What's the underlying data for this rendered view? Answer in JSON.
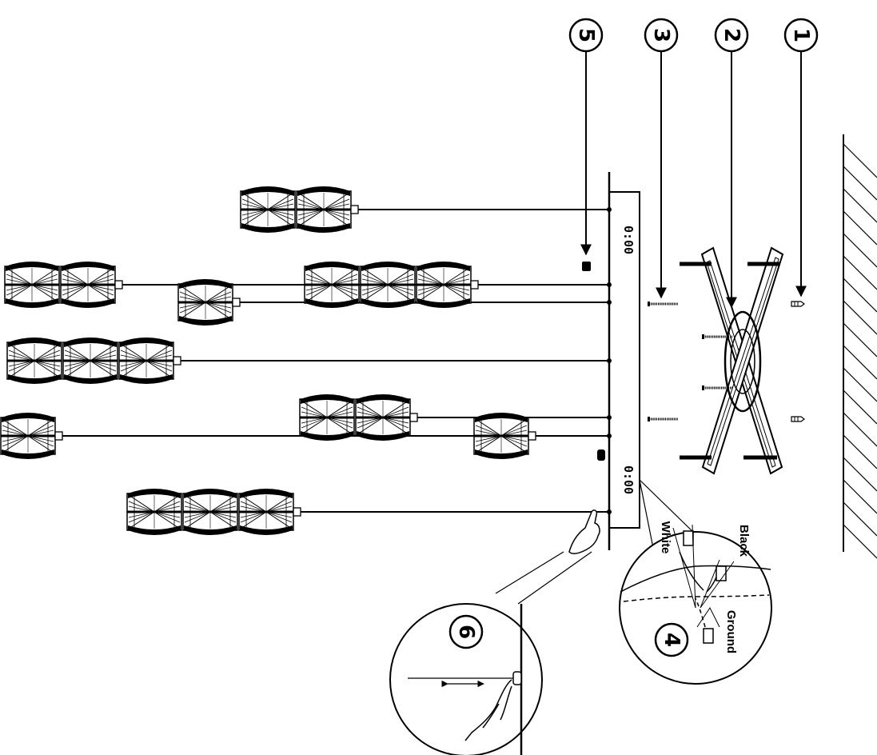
{
  "step_markers": [
    {
      "number": "1",
      "label": "step-1-marker"
    },
    {
      "number": "2",
      "label": "step-2-marker"
    },
    {
      "number": "3",
      "label": "step-3-marker"
    },
    {
      "number": "4",
      "label": "step-4-marker"
    },
    {
      "number": "5",
      "label": "step-5-marker"
    },
    {
      "number": "6",
      "label": "step-6-marker"
    }
  ],
  "wire_labels": {
    "white": "White",
    "black": "Black",
    "ground": "Ground"
  },
  "canopy": {
    "upper_marking": "0:00",
    "lower_marking": "0:00"
  }
}
